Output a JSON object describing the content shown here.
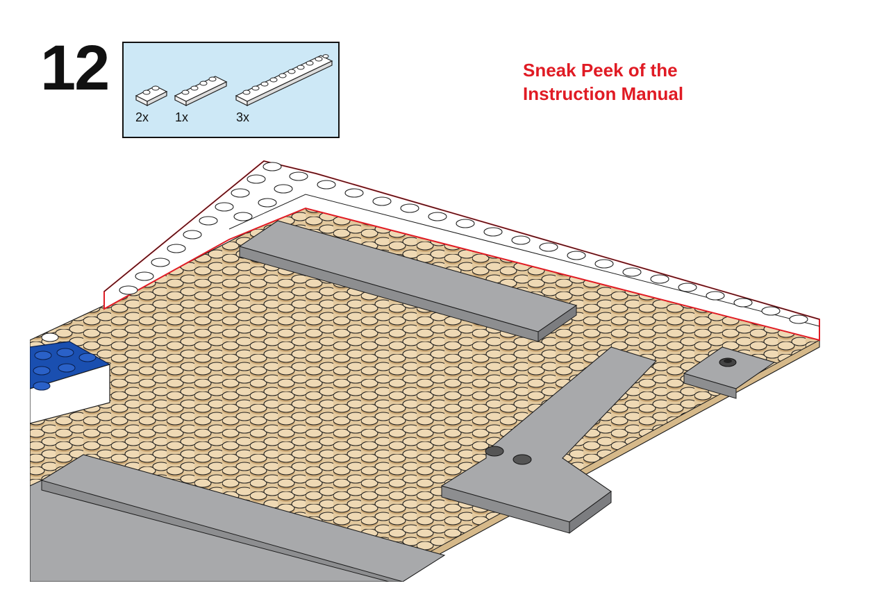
{
  "step": {
    "number": "12"
  },
  "parts_callout": {
    "items": [
      {
        "qty": "2x",
        "part": "plate-1x2-white"
      },
      {
        "qty": "1x",
        "part": "plate-1x4-white"
      },
      {
        "qty": "3x",
        "part": "plate-1x10-white"
      }
    ],
    "background_color": "#cde8f6"
  },
  "note": {
    "line1": "Sneak Peek of the",
    "line2": "Instruction Manual",
    "color": "#e01b24"
  },
  "colors": {
    "baseplate": "#e3c99e",
    "stud": "#d9ba8a",
    "tile": "#a8a9ab",
    "brick_blue": "#1a4fb0",
    "highlight_outline": "#e01b24"
  }
}
